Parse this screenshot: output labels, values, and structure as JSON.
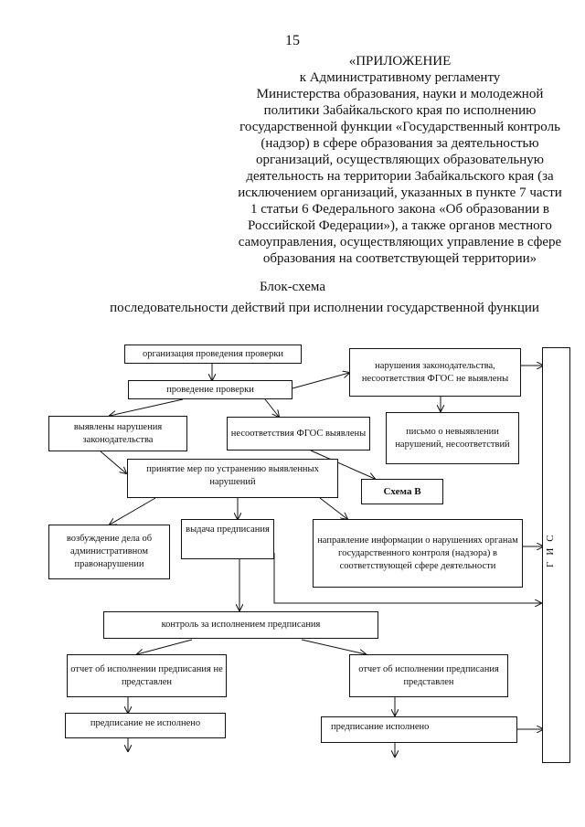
{
  "page_number": "15",
  "appendix": {
    "lines": [
      "«ПРИЛОЖЕНИЕ",
      "к Административному регламенту",
      "Министерства образования, науки и молодежной",
      "политики Забайкальского края по исполнению",
      "государственной функции «Государственный контроль",
      "(надзор) в сфере образования за деятельностью",
      "организаций, осуществляющих образовательную",
      "деятельность на территории Забайкальского края (за",
      "исключением организаций, указанных в пункте 7 части",
      "1 статьи 6 Федерального закона «Об образовании в",
      "Российской Федерации»), а также органов местного",
      "самоуправления, осуществляющих управление в сфере",
      "образования на соответствующей территории»"
    ]
  },
  "scheme": {
    "title": "Блок-схема",
    "subtitle": "последовательности действий при исполнении государственной функции"
  },
  "boxes": {
    "organization": "организация проведения проверки",
    "conducting": "проведение проверки",
    "no_violations": "нарушения законодательства, несоответствия ФГОС не выявлены",
    "no_violations_letter": "письмо о невыявлении нарушений, несоответствий",
    "law_violations": "выявлены нарушения законодательства",
    "fgos_violations": "несоответствия ФГОС выявлены",
    "measures": "принятие мер по устранению выявленных нарушений",
    "scheme_b": "Схема В",
    "admin_case": "возбуждение дела об административном правонарушении",
    "order_issue": "выдача предписания",
    "info_direction": "направление информации о нарушениях органам государственного контроля (надзора) в соответствующей сфере деятельности",
    "order_control": "контроль за исполнением предписания",
    "report_not_submitted": "отчет об исполнении предписания не представлен",
    "report_submitted": "отчет об исполнении предписания представлен",
    "order_not_fulfilled": "предписание не исполнено",
    "order_fulfilled": "предписание исполнено",
    "gis": "ГИС"
  }
}
